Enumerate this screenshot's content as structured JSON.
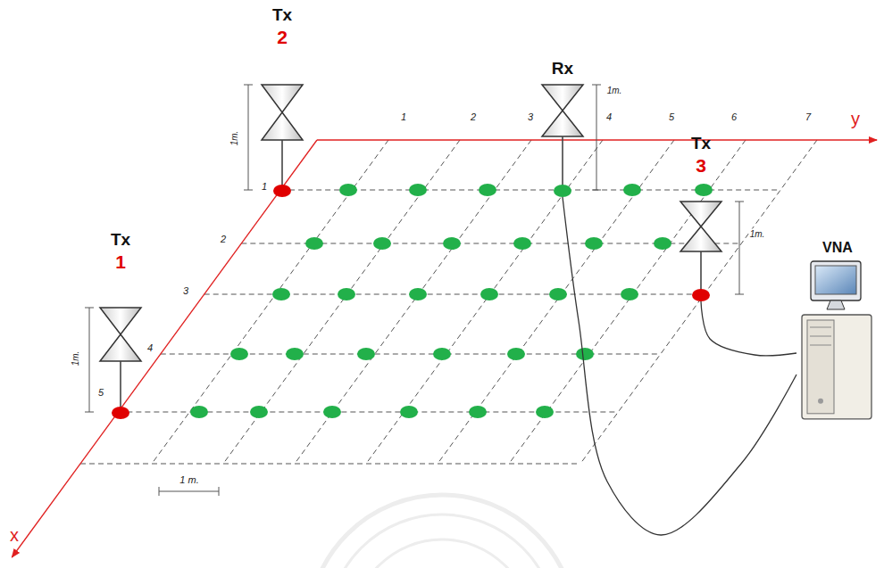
{
  "diagram": {
    "nodes": [
      {
        "text": [
          "Tx",
          "2"
        ]
      },
      {
        "text": [
          "Rx"
        ]
      },
      {
        "text": [
          "Tx",
          "3"
        ]
      },
      {
        "text": [
          "Tx",
          "1"
        ]
      },
      {
        "text": [
          "VNA"
        ]
      }
    ],
    "edges": [
      {
        "from": 1,
        "to": 4,
        "arrow": "none"
      },
      {
        "from": 2,
        "to": 4,
        "arrow": "none"
      }
    ],
    "labels": [
      "1m.",
      "1m.",
      "1m.",
      "1m.",
      "1 m.",
      "1",
      "2",
      "3",
      "4",
      "5",
      "6",
      "7",
      "1",
      "2",
      "3",
      "4",
      "5",
      "x",
      "y"
    ]
  }
}
